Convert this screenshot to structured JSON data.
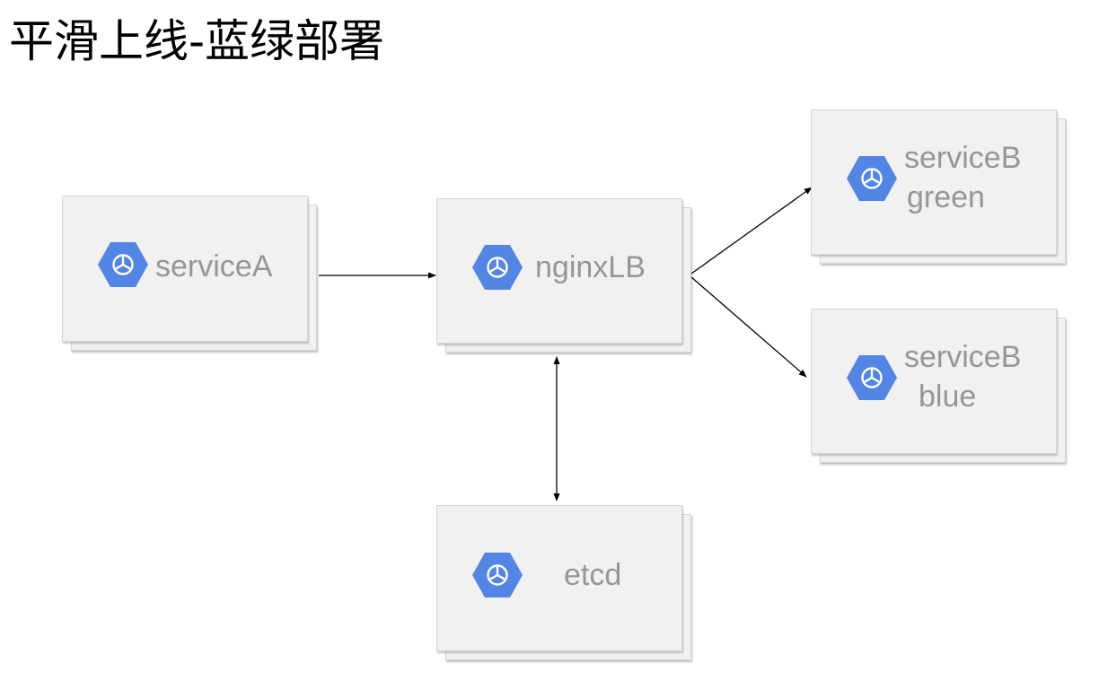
{
  "title": "平滑上线-蓝绿部署",
  "colors": {
    "card_bg": "#f1f1f1",
    "card_border": "#d6d6d6",
    "icon_blue": "#5386e4",
    "label_gray": "#969696",
    "edge": "#000000"
  },
  "nodes": {
    "serviceA": {
      "icon": "gcp-hexagon-icon",
      "lines": [
        "serviceA"
      ]
    },
    "nginxLB": {
      "icon": "gcp-hexagon-icon",
      "lines": [
        "nginxLB"
      ]
    },
    "etcd": {
      "icon": "gcp-hexagon-icon",
      "lines": [
        "etcd"
      ]
    },
    "serviceB_green": {
      "icon": "gcp-hexagon-icon",
      "lines": [
        "serviceB",
        "green"
      ]
    },
    "serviceB_blue": {
      "icon": "gcp-hexagon-icon",
      "lines": [
        "serviceB",
        "blue"
      ]
    }
  },
  "edges": [
    {
      "from": "serviceA",
      "to": "nginxLB",
      "direction": "forward"
    },
    {
      "from": "nginxLB",
      "to": "serviceB_green",
      "direction": "forward"
    },
    {
      "from": "nginxLB",
      "to": "serviceB_blue",
      "direction": "forward"
    },
    {
      "from": "nginxLB",
      "to": "etcd",
      "direction": "both"
    }
  ]
}
